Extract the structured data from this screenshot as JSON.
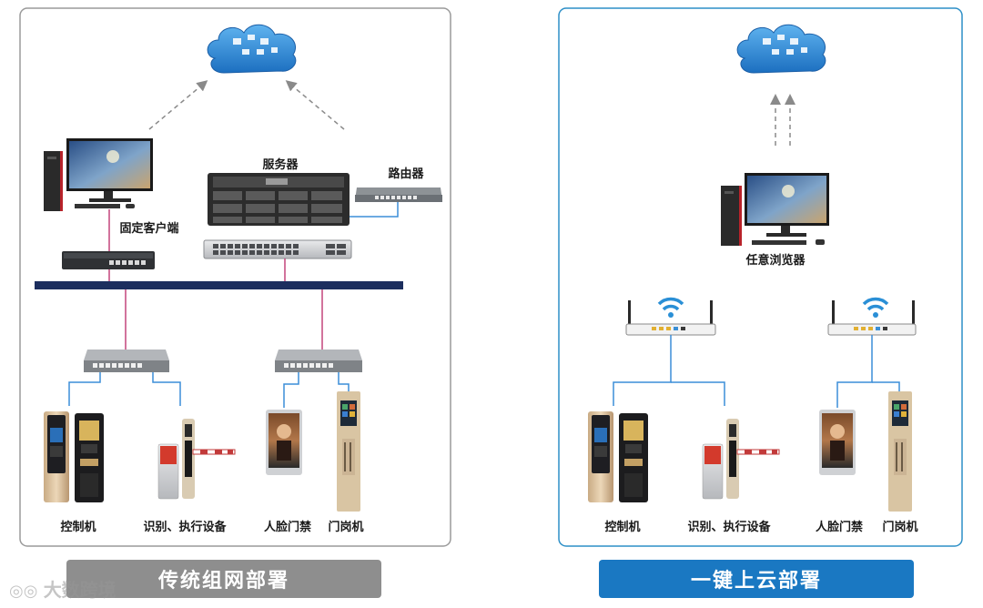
{
  "left_panel": {
    "banner": "传统组网部署",
    "labels": {
      "server": "服务器",
      "router": "路由器",
      "fixed_client": "固定客户端",
      "controller": "控制机",
      "recognition": "识别、执行设备",
      "face_access": "人脸门禁",
      "gate_machine": "门岗机"
    }
  },
  "right_panel": {
    "banner": "一键上云部署",
    "labels": {
      "any_browser": "任意浏览器",
      "controller": "控制机",
      "recognition": "识别、执行设备",
      "face_access": "人脸门禁",
      "gate_machine": "门岗机"
    }
  },
  "watermark": "大数跨境",
  "colors": {
    "left_border": "#9a9a9a",
    "right_border": "#2d8fc7",
    "left_banner": "#8e8e8e",
    "right_banner": "#1a78c2",
    "bus": "#1c2e5e",
    "pink_link": "#c2447a",
    "blue_link": "#3b8ed8"
  }
}
